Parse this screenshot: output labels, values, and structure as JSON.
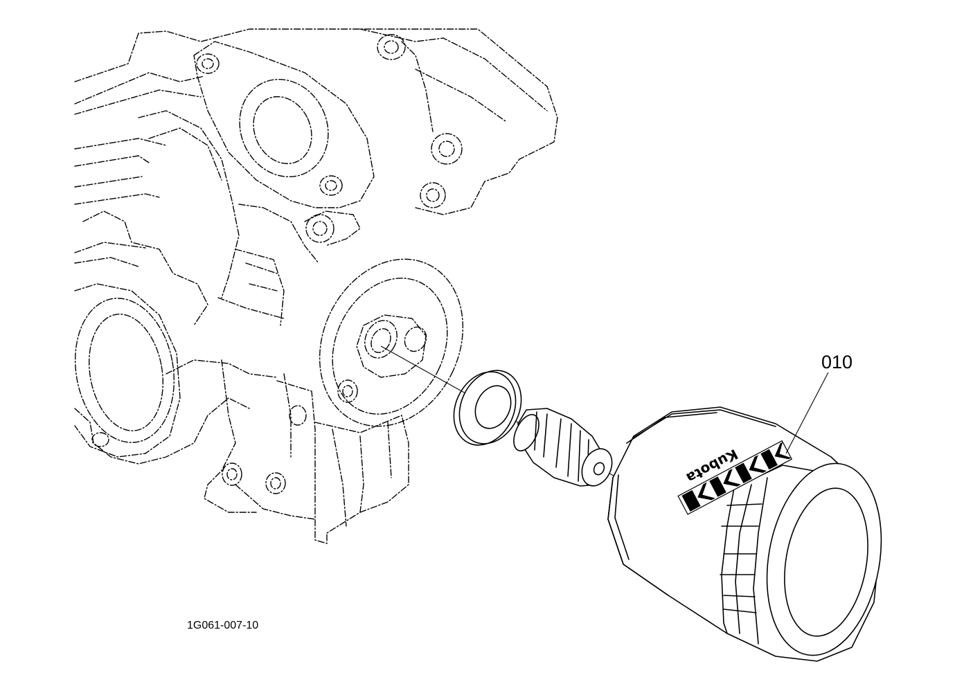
{
  "diagram": {
    "callouts": [
      {
        "id": "oil-filter",
        "label": "010"
      }
    ],
    "filter_brand": "Kubota",
    "reference_code": "1G061-007-10"
  }
}
